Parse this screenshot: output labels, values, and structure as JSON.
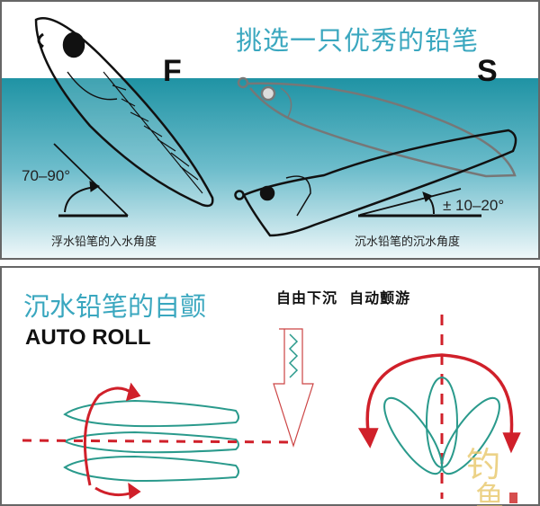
{
  "top_panel": {
    "title": "挑选一只优秀的铅笔",
    "floating_label": "F",
    "sinking_label": "S",
    "floating_angle": "70–90°",
    "sinking_angle": "± 10–20°",
    "floating_caption": "浮水铅笔的入水角度",
    "sinking_caption": "沉水铅笔的沉水角度"
  },
  "bottom_panel": {
    "title": "沉水铅笔的自颤",
    "subtitle": "AUTO ROLL",
    "motion_label": "自由下沉  自动颤游"
  },
  "watermark": "钓鱼人",
  "colors": {
    "teal": "#3aa7bf",
    "water": "#2a9bab",
    "lure": "#2a9a8c",
    "red": "#d0202a"
  }
}
